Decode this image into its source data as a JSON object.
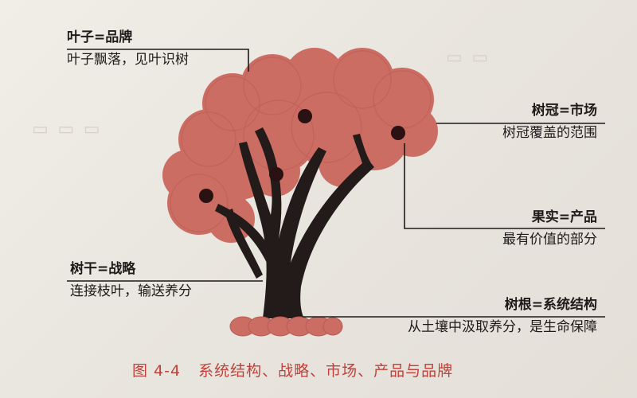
{
  "colors": {
    "canopy": "#cc6d64",
    "canopy_dark": "#b85a52",
    "trunk": "#231a1a",
    "fruit": "#2a1212",
    "root": "#cc6d64",
    "leader": "#1e1a18",
    "caption": "#c0413a"
  },
  "labels": {
    "leaf": {
      "title": "叶子=品牌",
      "desc": "叶子飘落，见叶识树"
    },
    "crown": {
      "title": "树冠=市场",
      "desc": "树冠覆盖的范围"
    },
    "fruit": {
      "title": "果实=产品",
      "desc": "最有价值的部分"
    },
    "trunk": {
      "title": "树干=战略",
      "desc": "连接枝叶，输送养分"
    },
    "root": {
      "title": "树根=系统结构",
      "desc": "从土壤中汲取养分，是生命保障"
    }
  },
  "caption": {
    "figure_no": "图 4-4",
    "text": "系统结构、战略、市场、产品与品牌"
  }
}
